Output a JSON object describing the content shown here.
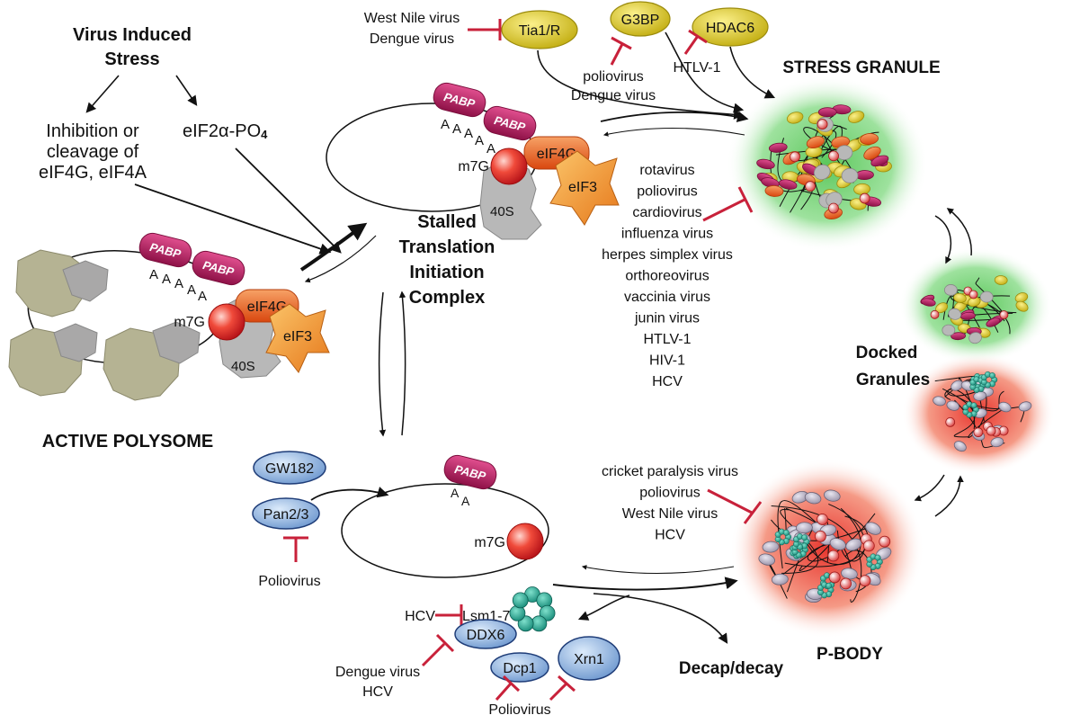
{
  "labels": {
    "virus_stress_line1": "Virus Induced",
    "virus_stress_line2": "Stress",
    "inhibition_line1": "Inhibition or",
    "inhibition_line2": "cleavage of",
    "inhibition_line3": "eIF4G, eIF4A",
    "eif2a_main": "eIF2α-PO",
    "eif2a_sub": "4",
    "active_polysome": "ACTIVE POLYSOME",
    "stalled_line1": "Stalled",
    "stalled_line2": "Translation",
    "stalled_line3": "Initiation",
    "stalled_line4": "Complex",
    "stress_granule": "STRESS GRANULE",
    "docked_line1": "Docked",
    "docked_line2": "Granules",
    "p_body": "P-BODY",
    "decap_decay": "Decap/decay"
  },
  "proteins": {
    "pabp": "PABP",
    "m7g": "m7G",
    "eif4g": "eIF4G",
    "eif3": "eIF3",
    "s40": "40S",
    "polyA": "A",
    "tia1": "Tia1/R",
    "g3bp": "G3BP",
    "hdac6": "HDAC6",
    "gw182": "GW182",
    "pan23": "Pan2/3",
    "lsm17": "Lsm1-7",
    "ddx6": "DDX6",
    "dcp1": "Dcp1",
    "xrn1": "Xrn1"
  },
  "viruses": {
    "tia1_list": [
      "West Nile virus",
      "Dengue virus"
    ],
    "g3bp_list": [
      "poliovirus",
      "Dengue virus"
    ],
    "hdac6_list": [
      "HTLV-1"
    ],
    "sg_list": [
      "rotavirus",
      "poliovirus",
      "cardiovirus",
      "influenza virus",
      "herpes simplex virus",
      "orthoreovirus",
      "vaccinia virus",
      "junin virus",
      "HTLV-1",
      "HIV-1",
      "HCV"
    ],
    "pbody_list": [
      "cricket paralysis virus",
      "poliovirus",
      "West Nile virus",
      "HCV"
    ],
    "pan23_virus": "Poliovirus",
    "lsm_virus": "HCV",
    "ddx6_list": [
      "Dengue virus",
      "HCV"
    ],
    "dcp_xrn_virus": "Poliovirus"
  },
  "colors": {
    "inhibitor": "#c8213a",
    "pabp": "#b0195a",
    "eif4g": "#e8621a",
    "eif3": "#f09a2e",
    "m7g_cap": "#e62a2a",
    "ribosome_40s": "#b8b8b8",
    "polysome": "#b5b393",
    "yellow_protein": "#e6d21e",
    "blue_protein": "#8fb4e0",
    "sg_green": "#6ccf6c",
    "pbody_red": "#e8473c"
  }
}
